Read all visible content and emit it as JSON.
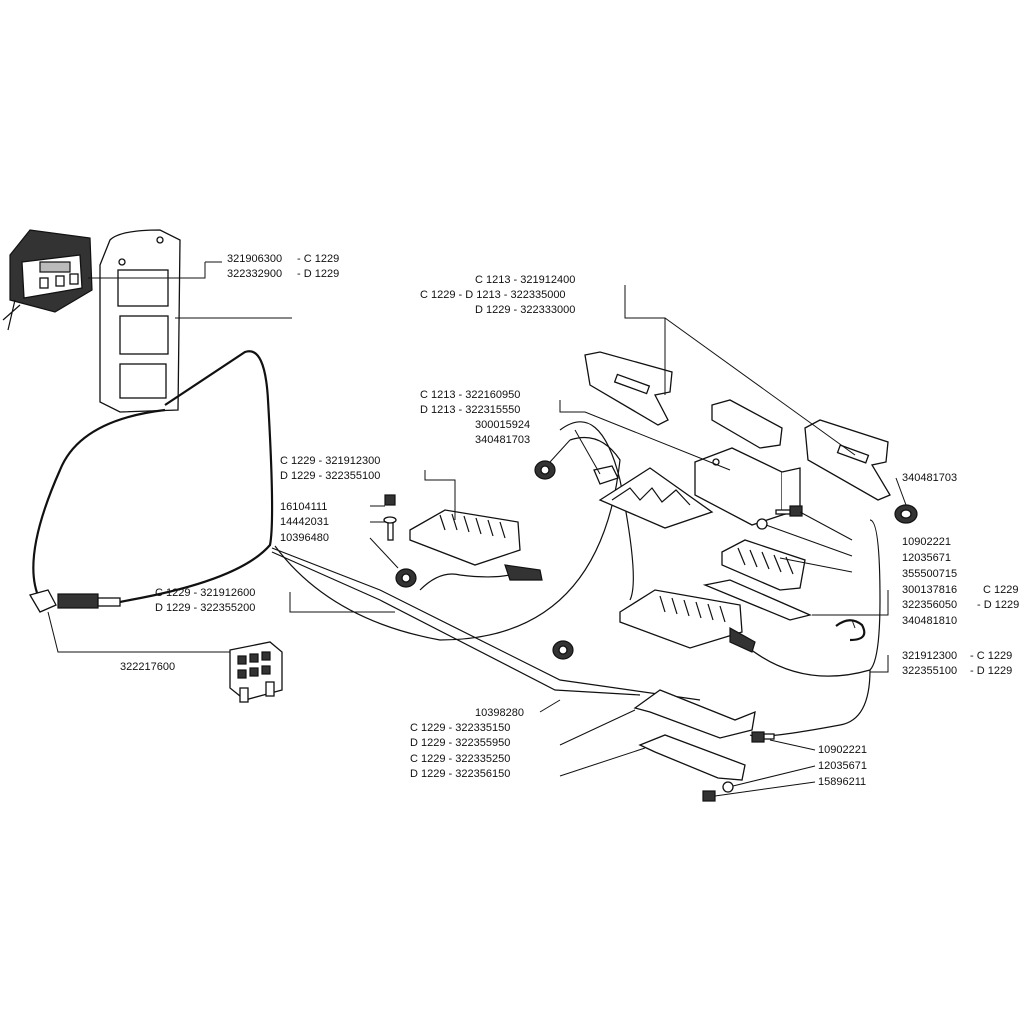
{
  "labels": {
    "l01": "321906300",
    "l01b": "- C 1229",
    "l02": "322332900",
    "l02b": "- D 1229",
    "l03": "C 1213  -  321912400",
    "l04": "C 1229  -  D 1213  -  322335000",
    "l05": "D 1229  -  322333000",
    "l06": "C 1213 - 322160950",
    "l07": "D 1213 - 322315550",
    "l08": "300015924",
    "l09": "340481703",
    "l10": "C 1229 - 321912300",
    "l11": "D 1229 - 322355100",
    "l12": "340481703",
    "l13": "16104111",
    "l14": "14442031",
    "l15": "10396480",
    "l16": "10902221",
    "l17": "12035671",
    "l18": "355500715",
    "l19": "300137816",
    "l19b": "C 1229",
    "l20": "322356050",
    "l20b": "- D 1229",
    "l21": "C 1229  -  321912600",
    "l22": "D 1229  -  322355200",
    "l23": "340481810",
    "l24": "322217600",
    "l25": "321912300",
    "l25b": "- C 1229",
    "l26": "322355100",
    "l26b": "- D 1229",
    "l27": "10398280",
    "l28": "C 1229  -  322335150",
    "l29": "D 1229  -  322355950",
    "l30": "C 1229  -  322335250",
    "l31": "D 1229  -  322356150",
    "l32": "10902221",
    "l33": "12035671",
    "l34": "15896211"
  }
}
